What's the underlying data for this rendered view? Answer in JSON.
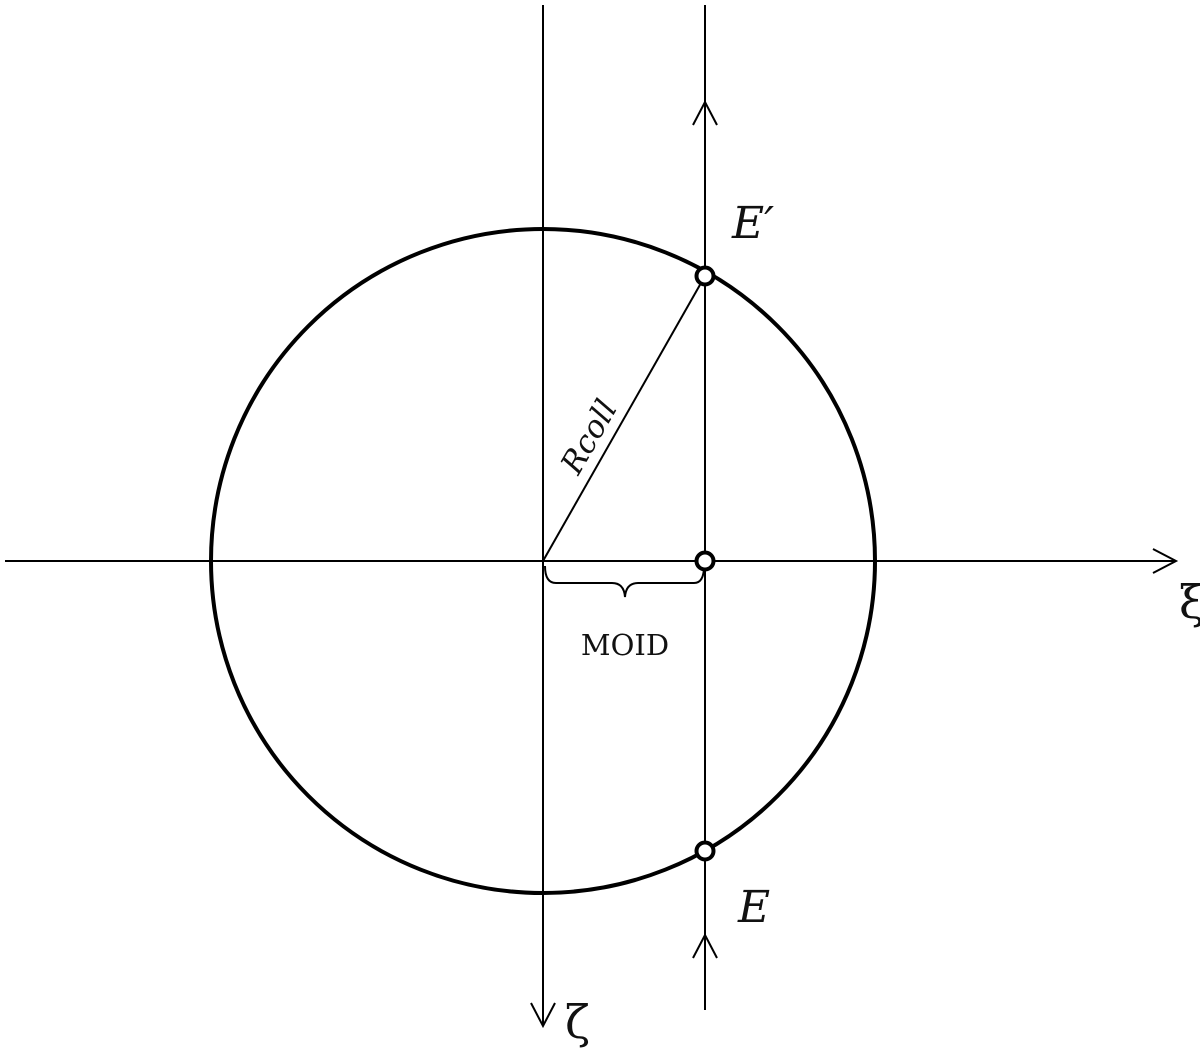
{
  "diagram": {
    "labels": {
      "xi_axis": "ξ",
      "zeta_axis": "ζ",
      "radius": "Rcoll",
      "moid": "MOID",
      "point_E": "E",
      "point_E_prime": "E′"
    },
    "icons": {
      "axis_arrow": "arrow-head",
      "intersection_marker": "open-circle"
    }
  }
}
